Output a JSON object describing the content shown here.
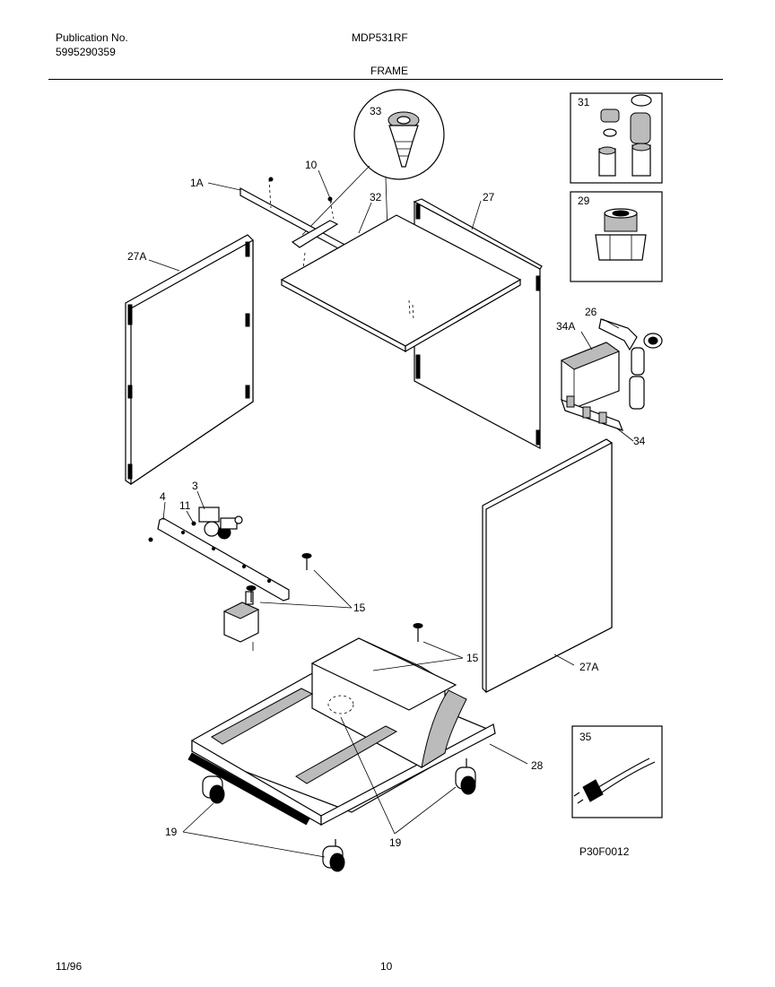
{
  "header": {
    "publication_label": "Publication No.",
    "publication_number": "5995290359",
    "model": "MDP531RF",
    "section_title": "FRAME"
  },
  "callouts": {
    "c1A": "1A",
    "c3": "3",
    "c4": "4",
    "c10": "10",
    "c11": "11",
    "c15a": "15",
    "c15b": "15",
    "c19a": "19",
    "c19b": "19",
    "c26": "26",
    "c27": "27",
    "c27Aa": "27A",
    "c27Ab": "27A",
    "c28": "28",
    "c29": "29",
    "c31": "31",
    "c32": "32",
    "c33": "33",
    "c34": "34",
    "c34A": "34A",
    "c35": "35"
  },
  "figure_code": "P30F0012",
  "footer": {
    "date": "11/96",
    "page": "10"
  }
}
